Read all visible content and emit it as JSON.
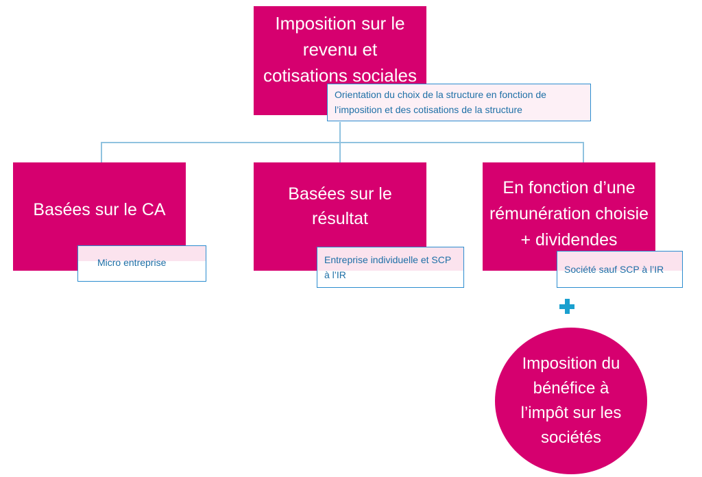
{
  "root": {
    "title": "Imposition sur le revenu et cotisations sociales",
    "note": "Orientation du choix de la structure en fonction de l’imposition et des cotisations de la structure"
  },
  "branches": [
    {
      "title": "Basées sur le CA",
      "note": "Micro entreprise"
    },
    {
      "title": "Basées sur le résultat",
      "note": "Entreprise individuelle et SCP à l’IR"
    },
    {
      "title": "En fonction d’une rémunération choisie + dividendes",
      "note": "Société sauf SCP à l’IR"
    }
  ],
  "extra": {
    "circle_text": "Imposition du bénéfice à l’impôt sur les sociétés"
  },
  "colors": {
    "accent": "#d6006f",
    "note_border": "#2a8ccf",
    "note_text": "#1d6fa6",
    "connector": "#8fc2df",
    "plus": "#1aa0cf"
  },
  "icons": {
    "plus": "plus-icon"
  }
}
